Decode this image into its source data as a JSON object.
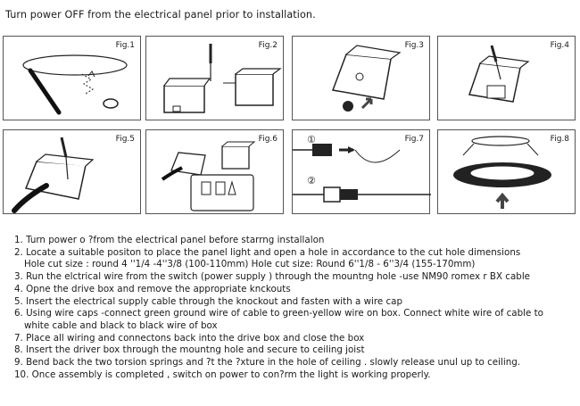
{
  "header": {
    "text": "Turn power OFF from the electrical panel prior to installation."
  },
  "figures": [
    {
      "label": "Fig.1"
    },
    {
      "label": "Fig.2"
    },
    {
      "label": "Fig.3"
    },
    {
      "label": "Fig.4"
    },
    {
      "label": "Fig.5"
    },
    {
      "label": "Fig.6"
    },
    {
      "label": "Fig.7"
    },
    {
      "label": "Fig.8"
    }
  ],
  "fig7": {
    "step1": "①",
    "step2": "②"
  },
  "steps": [
    "1. Turn power o ?from the electrical panel before starrng installalon",
    "2. Locate a suitable positon to place the panel light and open a hole in accordance to the cut hole dimensions",
    "Hole cut size : round 4 ''1/4 -4''3/8 (100-110mm)    Hole cut size: Round 6''1/8 - 6''3/4 (155-170mm)",
    "3. Run the elctrical wire from the switch (power supply ) through the mountng hole -use NM90 romex r BX cable",
    "4. Opne the drive box and remove the appropriate knckouts",
    "5. Insert the electrical supply cable through the knockout and fasten with a wire cap",
    "6. Using wire caps -connect green ground wire of cable to green-yellow wire on box. Connect white wire of cable to",
    "white cable and black to black wire of box",
    "7. Place all wiring and connectons back into the drive box and close the box",
    "8. Insert the driver box through the mountng hole and secure to ceiling joist",
    "9. Bend back the two torsion springs and ?t the ?xture in the hole of ceiling . slowly release unul up to ceiling.",
    "10. Once assembly is completed , switch on power to con?rm the light is working properly."
  ]
}
